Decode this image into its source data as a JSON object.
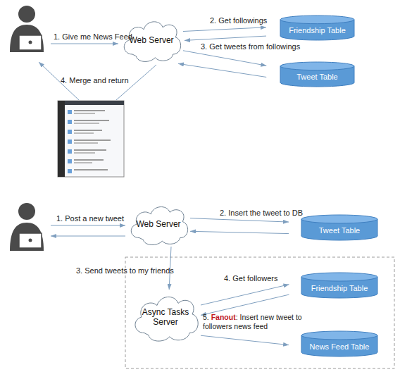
{
  "diagram": {
    "nodes": [
      {
        "text": [
          "Web Server"
        ]
      },
      {
        "text": [
          "Friendship Table"
        ]
      },
      {
        "text": [
          "Tweet Table"
        ]
      },
      {
        "text": [
          "Web Server"
        ]
      },
      {
        "text": [
          "Tweet Table"
        ]
      },
      {
        "text": [
          "Async Tasks Server"
        ]
      },
      {
        "text": [
          "Friendship Table"
        ]
      },
      {
        "text": [
          "News Feed Table"
        ]
      }
    ],
    "edges": [
      {
        "from": 0,
        "to": 1,
        "label": "2. Get followings",
        "arrow": "to"
      },
      {
        "from": 1,
        "to": 0,
        "arrow": "to"
      },
      {
        "from": 0,
        "to": 2,
        "label": "3. Get tweets from followings",
        "arrow": "to"
      },
      {
        "from": 2,
        "to": 0,
        "arrow": "to"
      },
      {
        "from": 3,
        "to": 4,
        "label": "2. Insert the tweet to DB",
        "arrow": "to"
      },
      {
        "from": 4,
        "to": 3,
        "arrow": "to"
      },
      {
        "from": 3,
        "to": 5,
        "label": "3. Send tweets to my friends",
        "arrow": "to"
      },
      {
        "from": 5,
        "to": 6,
        "label": "4. Get followers",
        "arrow": "to"
      },
      {
        "from": 6,
        "to": 5,
        "arrow": "to"
      },
      {
        "from": 5,
        "to": 7,
        "label": "5. Fanout: Insert new tweet to followers news feed",
        "arrow": "to"
      }
    ],
    "labels": [
      "1. Give me News Feed",
      "4. Merge and return",
      "1. Post a new tweet"
    ]
  }
}
